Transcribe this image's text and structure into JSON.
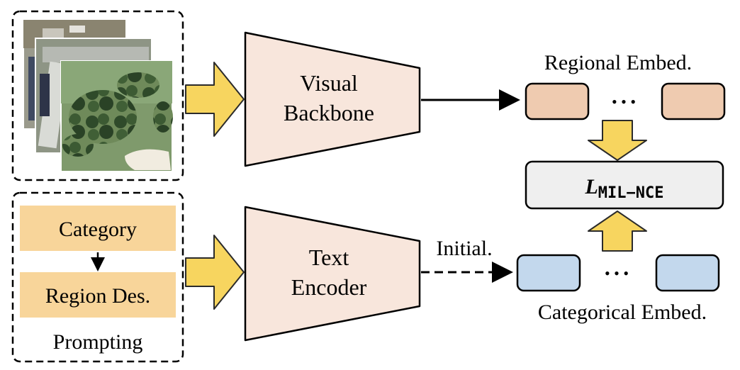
{
  "colors": {
    "big_arrow_fill": "#f7d55f",
    "big_arrow_stroke": "#2b2b2b",
    "trapezoid_fill": "#f8e6dc",
    "prompt_box_fill": "#f8d59a",
    "regional_embed_fill": "#efcbb0",
    "categorical_embed_fill": "#c3d8ed",
    "loss_box_fill": "#efefef",
    "line": "#000000"
  },
  "visual_backbone": {
    "line1": "Visual",
    "line2": "Backbone"
  },
  "text_encoder": {
    "line1": "Text",
    "line2": "Encoder"
  },
  "prompting": {
    "category": "Category",
    "region_des": "Region Des.",
    "label": "Prompting"
  },
  "regional_embed": {
    "label": "Regional Embed.",
    "dots": "• • •"
  },
  "categorical_embed": {
    "label": "Categorical Embed.",
    "dots": "• • •"
  },
  "init_label": "Initial.",
  "loss": {
    "symbol": "L",
    "subscript": "MIL−NCE"
  },
  "images": [
    {
      "name": "satellite-image-back",
      "icon": "aerial-rooftops-image"
    },
    {
      "name": "satellite-image-middle",
      "icon": "aerial-building-image"
    },
    {
      "name": "satellite-image-front",
      "icon": "aerial-golf-course-image"
    }
  ]
}
